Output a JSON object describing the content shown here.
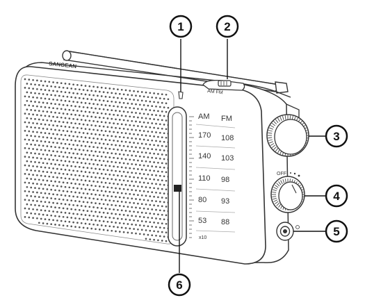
{
  "brand": "SANGEAN",
  "band_switch_label": "AM FM",
  "power_label": "OFF",
  "scale": {
    "headers": [
      "AM",
      "FM"
    ],
    "rows": [
      [
        "170",
        "108"
      ],
      [
        "140",
        "103"
      ],
      [
        "110",
        "98"
      ],
      [
        "80",
        "93"
      ],
      [
        "53",
        "88"
      ]
    ],
    "multiplier": "x10"
  },
  "callouts": [
    "1",
    "2",
    "3",
    "4",
    "5",
    "6"
  ],
  "colors": {
    "outline": "#333333",
    "body": "#ffffff",
    "dots": "#555555",
    "callout_ring": "#111111"
  }
}
